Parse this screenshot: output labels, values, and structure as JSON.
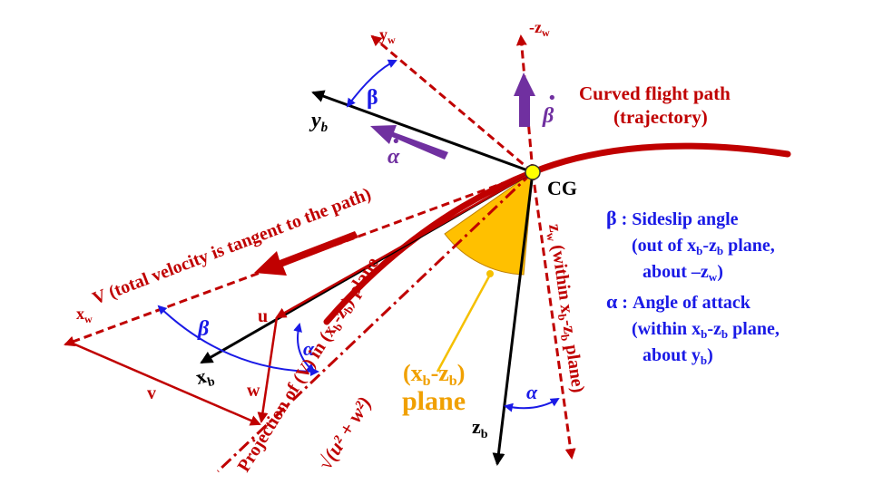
{
  "labels": {
    "yw": "y",
    "yw_sub": "w",
    "neg_zw": "-z",
    "neg_zw_sub": "w",
    "yb": "y",
    "yb_sub": "b",
    "beta_top": "β",
    "beta_dot": "β",
    "alpha_dot": "α",
    "curved_path_line1": "Curved flight path",
    "curved_path_line2": "(trajectory)",
    "cg": "CG",
    "velocity": "V (total velocity is tangent to the path)",
    "xw": "x",
    "xw_sub": "w",
    "u": "u",
    "w": "w",
    "v": "v",
    "xb": "x",
    "xb_sub": "b",
    "beta_mid": "β",
    "alpha_mid": "α",
    "zb": "z",
    "zb_sub": "b",
    "alpha_bottom": "α",
    "projection": "Projection of (V) in (x",
    "projection_sub1": "b",
    "projection_mid": "-z",
    "projection_sub2": "b",
    "projection_end": ") plane",
    "sqrt_expr": "√(u² + w²)",
    "plane_line1_open": "(x",
    "plane_line1_sub1": "b",
    "plane_line1_mid": "-z",
    "plane_line1_sub2": "b",
    "plane_line1_close": ")",
    "plane_line2": "plane",
    "zw_axis": "z",
    "zw_axis_sub": "w",
    "zw_axis_rest": " (within x",
    "zw_axis_sub2": "b",
    "zw_axis_mid": "-z",
    "zw_axis_sub3": "b",
    "zw_axis_end": " plane)"
  },
  "legend": {
    "beta_symbol": "β",
    "beta_line1": " : Sideslip angle",
    "beta_line2_pre": "(out of x",
    "beta_line2_sub1": "b",
    "beta_line2_mid": "-z",
    "beta_line2_sub2": "b",
    "beta_line2_post": " plane,",
    "beta_line3_pre": "about –z",
    "beta_line3_sub": "w",
    "beta_line3_post": ")",
    "alpha_symbol": "α",
    "alpha_line1": " : Angle of attack",
    "alpha_line2_pre": "(within x",
    "alpha_line2_sub1": "b",
    "alpha_line2_mid": "-z",
    "alpha_line2_sub2": "b",
    "alpha_line2_post": " plane,",
    "alpha_line3_pre": "about y",
    "alpha_line3_sub": "b",
    "alpha_line3_post": ")"
  },
  "colors": {
    "axis_red": "#c00000",
    "blue": "#1a1ae6",
    "purple": "#7030a0",
    "orange": "#f0a000",
    "plane_fill": "#ffc000"
  }
}
